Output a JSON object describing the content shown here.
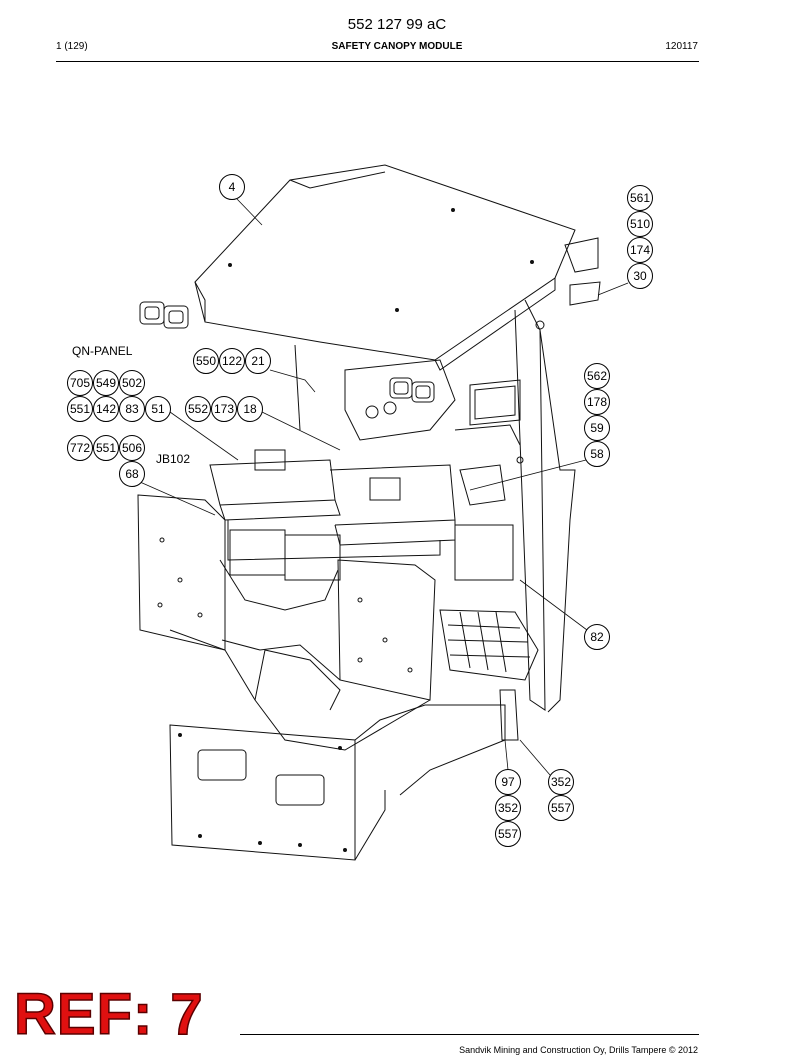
{
  "header": {
    "doc_number": "552 127 99 aC",
    "page_no": "1 (129)",
    "title": "SAFETY CANOPY MODULE",
    "date": "120117"
  },
  "labels": {
    "qn_panel": "QN-PANEL",
    "jb102": "JB102"
  },
  "callouts": [
    "4",
    "561",
    "510",
    "174",
    "30",
    "550",
    "122",
    "21",
    "705",
    "549",
    "502",
    "551",
    "142",
    "83",
    "51",
    "552",
    "173",
    "18",
    "772",
    "551",
    "506",
    "68",
    "562",
    "178",
    "59",
    "58",
    "82",
    "97",
    "352",
    "352",
    "557",
    "557"
  ],
  "stamp": {
    "text": "REF: 7",
    "color": "#e01010"
  },
  "footer": {
    "text": "Sandvik Mining and Construction Oy, Drills Tampere © 2012"
  }
}
